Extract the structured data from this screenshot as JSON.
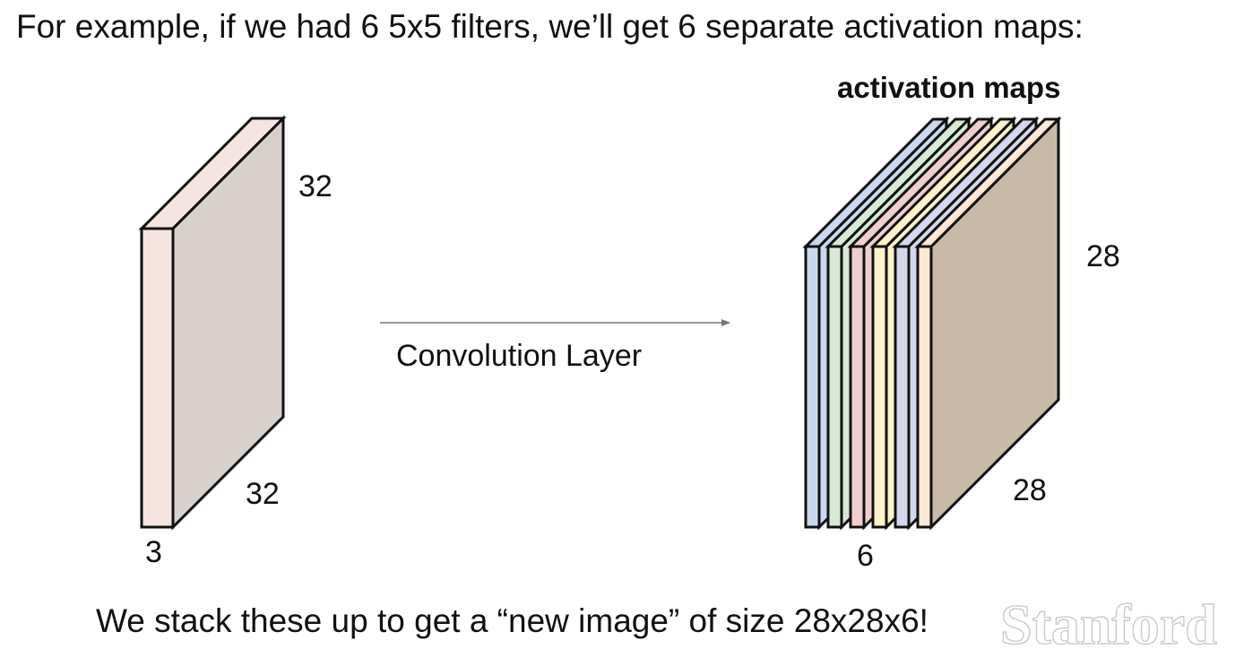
{
  "slide": {
    "title": "For example, if we had 6 5x5 filters, we’ll get 6 separate activation maps:",
    "footer": "We stack these up to get a “new image” of size 28x28x6!",
    "watermark": "Stanford"
  },
  "input_volume": {
    "height_label": "32",
    "width_label": "32",
    "depth_label": "3",
    "front_color": "#f6e4e1",
    "side_color": "#d9cfcb",
    "top_color": "#f6e4e1"
  },
  "arrow": {
    "label": "Convolution Layer"
  },
  "output_volume": {
    "title": "activation maps",
    "height_label": "28",
    "width_label": "28",
    "depth_label": "6",
    "map_colors": [
      "#c9d8ef",
      "#d7e9d4",
      "#f0cece",
      "#fdf3c8",
      "#d4d6ec",
      "#fbe8d5"
    ],
    "last_side_color": "#c8baa6"
  }
}
